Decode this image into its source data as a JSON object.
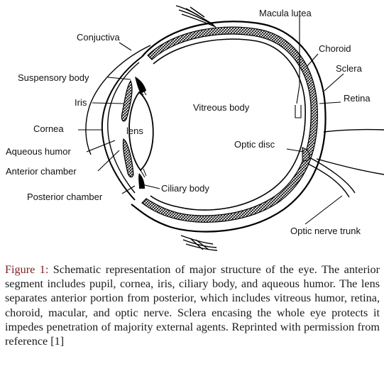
{
  "labels": {
    "macula_lutea": "Macula lutea",
    "conjuctiva": "Conjuctiva",
    "choroid": "Choroid",
    "sclera": "Sclera",
    "suspensory_body": "Suspensory body",
    "retina": "Retina",
    "iris": "Iris",
    "vitreous_body": "Vitreous body",
    "cornea": "Cornea",
    "lens": "lens",
    "optic_disc": "Optic disc",
    "aqueous_humor": "Aqueous humor",
    "anterior_chamber": "Anterior chamber",
    "ciliary_body": "Ciliary body",
    "posterior_chamber": "Posterior chamber",
    "optic_nerve_trunk": "Optic nerve trunk"
  },
  "caption": {
    "label": "Figure 1:",
    "text": " Schematic representation of major structure of the eye. The anterior segment includes pupil, cornea, iris, ciliary body, and aqueous humor. The lens separates anterior portion from posterior, which includes vitreous humor, retina, choroid, macular, and optic nerve. Sclera encasing the whole eye protects it impedes penetration of majority external agents. Reprinted with permission from reference [1]"
  }
}
